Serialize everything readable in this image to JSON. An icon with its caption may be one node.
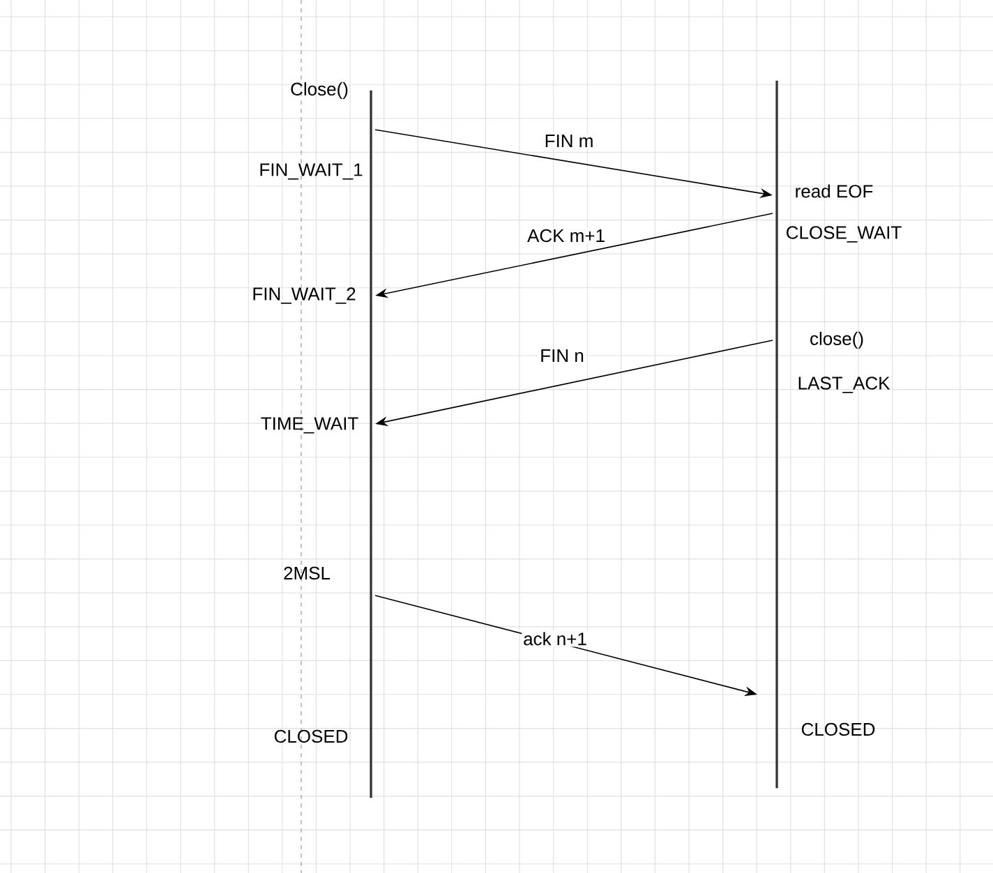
{
  "diagram": {
    "nodes": [
      {
        "text": [],
        "shape": "bar"
      },
      {
        "text": [],
        "shape": "bar"
      }
    ],
    "edges": [
      {
        "from": 0,
        "to": 1,
        "arrow": "to",
        "label": "FIN m"
      },
      {
        "from": 1,
        "to": 0,
        "arrow": "to",
        "label": "ACK m+1"
      },
      {
        "from": 1,
        "to": 0,
        "arrow": "to",
        "label": "FIN n"
      },
      {
        "from": 0,
        "to": 1,
        "arrow": "to",
        "label": "ack n+1"
      }
    ],
    "labels": [
      "Close()",
      "FIN_WAIT_1",
      "read EOF",
      "CLOSE_WAIT",
      "FIN_WAIT_2",
      "close()",
      "LAST_ACK",
      "TIME_WAIT",
      "2MSL",
      "CLOSED",
      "CLOSED"
    ]
  }
}
